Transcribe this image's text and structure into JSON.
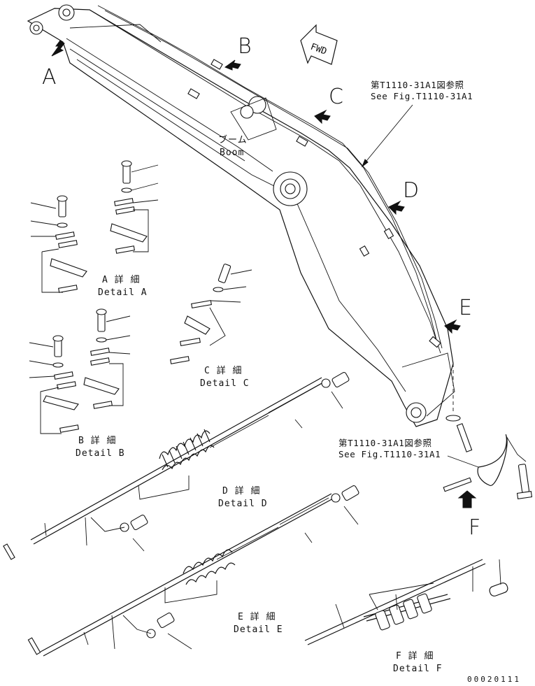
{
  "callouts": {
    "A": "A",
    "B": "B",
    "C": "C",
    "D": "D",
    "E": "E",
    "F": "F"
  },
  "fwd": "FWD",
  "boom": {
    "jp": "ブーム",
    "en": "Boom"
  },
  "references": [
    {
      "jp": "第T1110-31A1図参照",
      "en": "See Fig.T1110-31A1"
    },
    {
      "jp": "第T1110-31A1図参照",
      "en": "See Fig.T1110-31A1"
    }
  ],
  "details": {
    "A": {
      "jp": "A 詳 細",
      "en": "Detail A"
    },
    "B": {
      "jp": "B 詳 細",
      "en": "Detail B"
    },
    "C": {
      "jp": "C 詳 細",
      "en": "Detail C"
    },
    "D": {
      "jp": "D 詳 細",
      "en": "Detail D"
    },
    "E": {
      "jp": "E 詳 細",
      "en": "Detail E"
    },
    "F": {
      "jp": "F 詳 細",
      "en": "Detail F"
    }
  },
  "drawing_code": "00020111",
  "icons": [
    "arrow-icon",
    "bolt-icon",
    "washer-icon",
    "clamp-icon",
    "hose-icon"
  ]
}
